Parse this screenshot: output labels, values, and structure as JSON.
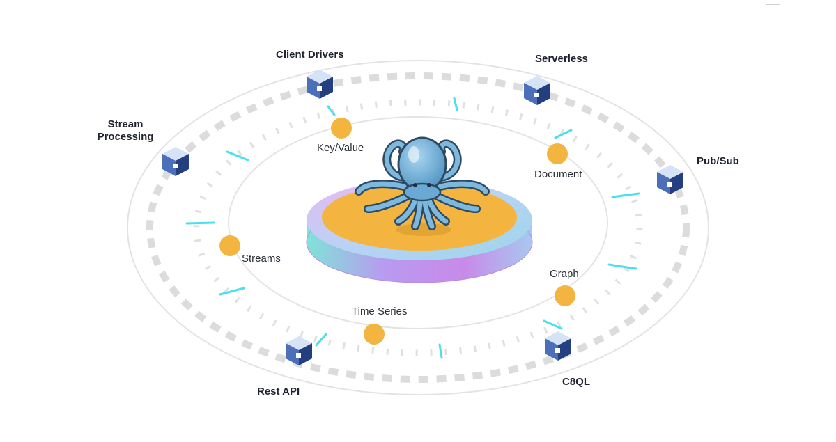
{
  "diagram": {
    "outer_nodes": [
      {
        "id": "client-drivers",
        "label": "Client Drivers"
      },
      {
        "id": "serverless",
        "label": "Serverless"
      },
      {
        "id": "stream-processing",
        "label_line1": "Stream",
        "label_line2": "Processing"
      },
      {
        "id": "pub-sub",
        "label": "Pub/Sub"
      },
      {
        "id": "rest-api",
        "label": "Rest API"
      },
      {
        "id": "c8ql",
        "label": "C8QL"
      }
    ],
    "inner_nodes": [
      {
        "id": "key-value",
        "label": "Key/Value"
      },
      {
        "id": "document",
        "label": "Document"
      },
      {
        "id": "streams",
        "label": "Streams"
      },
      {
        "id": "graph",
        "label": "Graph"
      },
      {
        "id": "time-series",
        "label": "Time Series"
      }
    ],
    "center_icon": "octopus-icon",
    "colors": {
      "ring": "#e2e2e2",
      "dash": "#dcdcdc",
      "accent_tick": "#48e0ea",
      "node_dot": "#f3b540",
      "platform_top": "#f3b540",
      "platform_rim": "#c79ae6",
      "cube_face": "#2f4f9a",
      "cube_top": "#d6e3f6",
      "octopus": "#6fb0d8"
    }
  }
}
